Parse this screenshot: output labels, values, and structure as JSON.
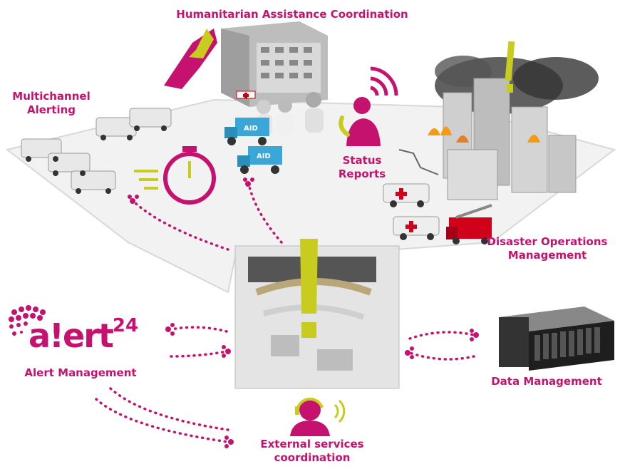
{
  "labels": {
    "humanitarian": "Humanitarian Assistance Coordination",
    "multichannel_line1": "Multichannel",
    "multichannel_line2": "Alerting",
    "status_line1": "Status",
    "status_line2": "Reports",
    "disaster_line1": "Disaster Operations",
    "disaster_line2": "Management",
    "alert_management": "Alert Management",
    "data_management": "Data Management",
    "external_line1": "External services",
    "external_line2": "coordination"
  },
  "logo": {
    "main": "a!ert",
    "superscript": "24"
  },
  "vehicle_text": "AID",
  "colors": {
    "accent": "#c4126e",
    "lime": "#c8cc1f",
    "ground": "#f2f2f2",
    "aid_truck": "#3aa7d8"
  }
}
